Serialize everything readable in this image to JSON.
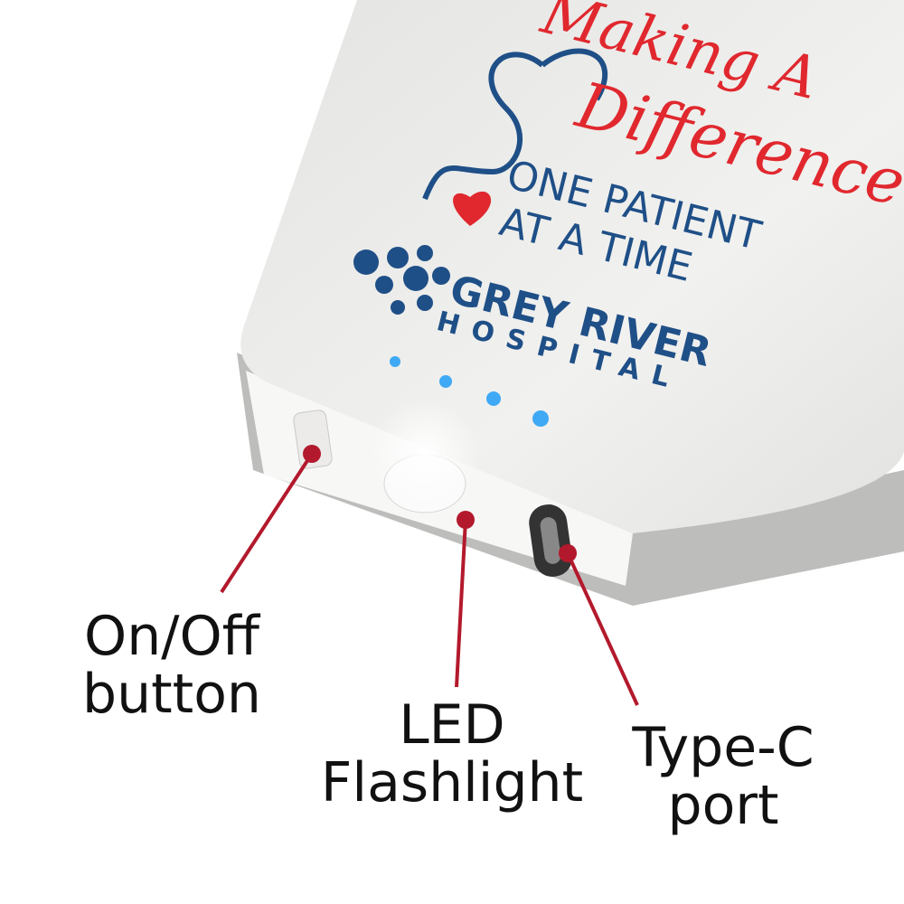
{
  "device_print": {
    "slogan_line1": "Making A",
    "slogan_line2": "Difference",
    "slogan_line3": "ONE PATIENT",
    "slogan_line4": "AT A TIME",
    "brand_name": "GREY RIVER",
    "brand_sub": "HOSPITAL"
  },
  "callouts": [
    {
      "label_line1": "On/Off",
      "label_line2": "button"
    },
    {
      "label_line1": "LED",
      "label_line2": "Flashlight"
    },
    {
      "label_line1": "Type-C",
      "label_line2": "port"
    }
  ],
  "colors": {
    "callout": "#b3192c",
    "print_red": "#e0282e",
    "print_blue": "#1f4f87",
    "led": "#3fa9f5"
  }
}
